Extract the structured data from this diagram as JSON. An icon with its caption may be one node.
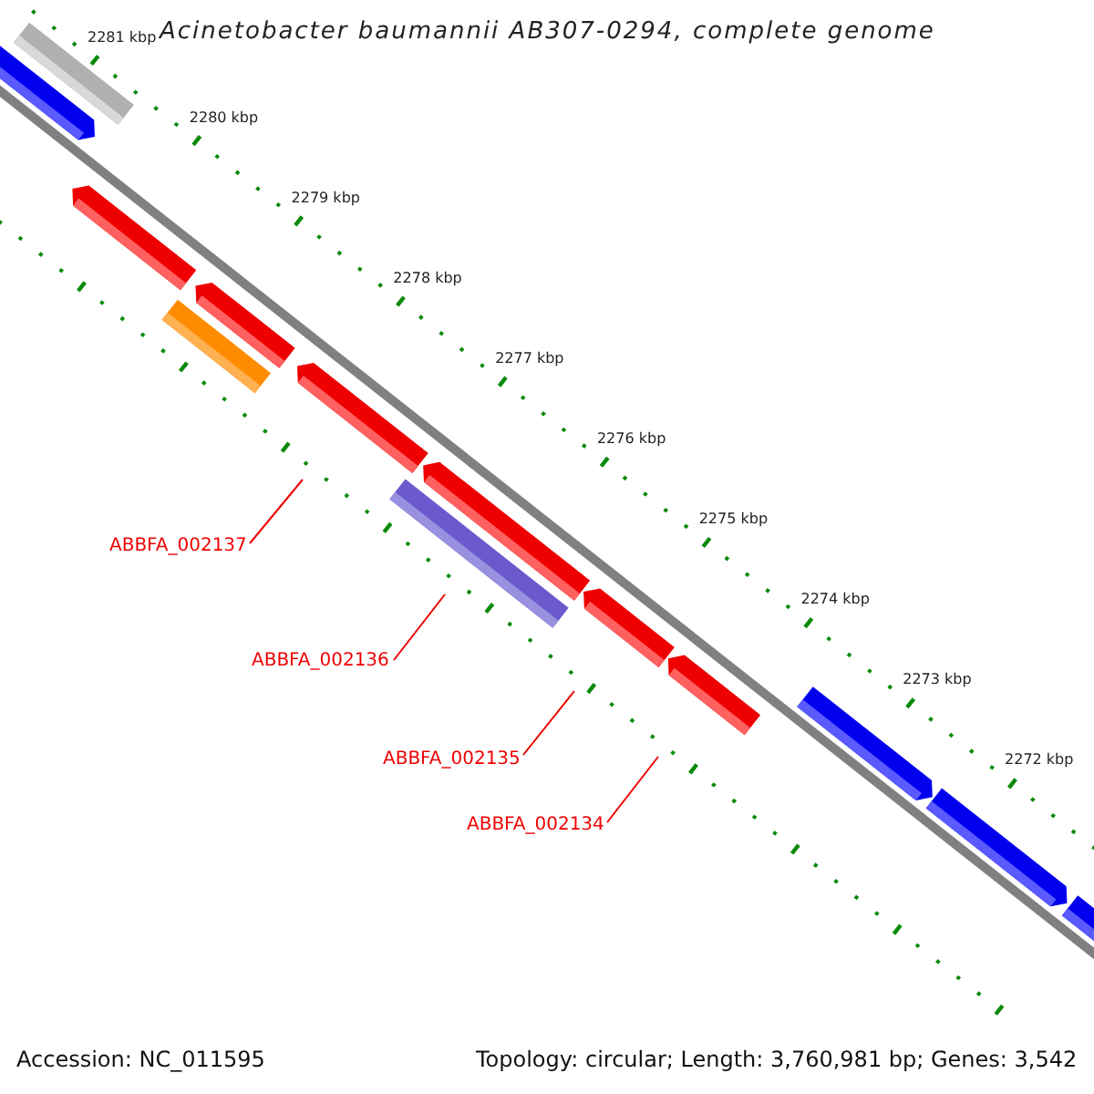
{
  "diagram": {
    "title": "Acinetobacter baumannii AB307-0294, complete genome",
    "nodes": [
      {
        "text": [
          "ABBFA_002137"
        ]
      },
      {
        "text": [
          "ABBFA_002136"
        ]
      },
      {
        "text": [
          "ABBFA_002135"
        ]
      },
      {
        "text": [
          "ABBFA_002134"
        ]
      }
    ],
    "edges": [
      {
        "from": 0,
        "to": null,
        "arrow": "none"
      },
      {
        "from": 1,
        "to": null,
        "arrow": "none"
      },
      {
        "from": 2,
        "to": null,
        "arrow": "none"
      },
      {
        "from": 3,
        "to": null,
        "arrow": "none"
      }
    ],
    "labels": [
      "2281 kbp",
      "2280 kbp",
      "2279 kbp",
      "2278 kbp",
      "2277 kbp",
      "2276 kbp",
      "2275 kbp",
      "2274 kbp",
      "2273 kbp",
      "2272 kbp",
      "Accession: NC_011595",
      "Topology: circular; Length: 3,760,981 bp; Genes: 3,542"
    ]
  }
}
